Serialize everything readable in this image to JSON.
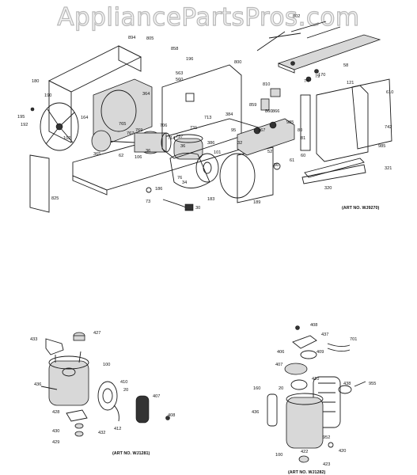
{
  "watermark": "AppliancePartsPros.com",
  "diagrams": {
    "main": {
      "art_no": "(ART NO. WJ9270)",
      "labels": [
        "894",
        "805",
        "858",
        "802",
        "196",
        "800",
        "563",
        "560",
        "180",
        "364",
        "170",
        "810",
        "859",
        "866",
        "713",
        "121",
        "610",
        "195",
        "192",
        "190",
        "164",
        "102",
        "765",
        "767",
        "769",
        "706",
        "714",
        "731",
        "384",
        "985",
        "742",
        "860",
        "95",
        "36",
        "737",
        "386",
        "367",
        "985",
        "321",
        "825",
        "186",
        "73",
        "30",
        "183",
        "189",
        "320",
        "56",
        "61",
        "60",
        "52",
        "81",
        "80",
        "79",
        "74",
        "58",
        "36",
        "365",
        "106",
        "62",
        "34",
        "32",
        "101",
        "76"
      ]
    },
    "bottom_left": {
      "art_no": "(ART NO. WJ1281)",
      "labels": [
        "427",
        "433",
        "100",
        "436",
        "410",
        "20",
        "407",
        "428",
        "432",
        "412",
        "408",
        "430",
        "429"
      ]
    },
    "bottom_right": {
      "art_no": "(ART NO. WJ1282)",
      "labels": [
        "408",
        "437",
        "701",
        "406",
        "409",
        "407",
        "410",
        "20",
        "438",
        "955",
        "160",
        "436",
        "952",
        "420",
        "423",
        "422",
        "100"
      ]
    }
  }
}
